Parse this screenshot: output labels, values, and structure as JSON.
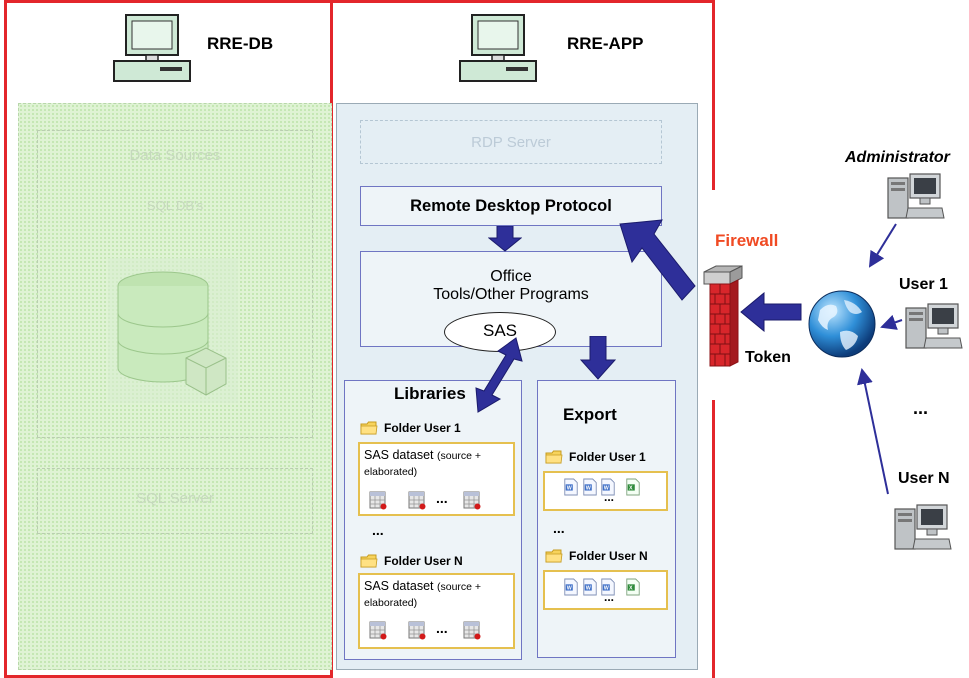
{
  "rre_db": {
    "title": "RRE-DB",
    "ghost_top": "Data Sources",
    "ghost_sub": "SQL DB's",
    "ghost_bottom": "SQL Server"
  },
  "rre_app": {
    "title": "RRE-APP",
    "ghost_top": "RDP Server",
    "rdp_label": "Remote Desktop Protocol",
    "office_line1": "Office",
    "office_line2": "Tools/Other Programs",
    "sas_label": "SAS",
    "libraries_label": "Libraries",
    "export_label": "Export",
    "lib_folder_1": "Folder User 1",
    "lib_folder_n": "Folder User N",
    "dataset_main": "SAS dataset",
    "dataset_note_1": "(source +",
    "dataset_note_2": "elaborated)",
    "export_folder_1": "Folder User 1",
    "export_folder_n": "Folder User N",
    "ellipsis": "..."
  },
  "network": {
    "firewall_label": "Firewall",
    "token_label": "Token",
    "admin_label": "Administrator",
    "user1_label": "User 1",
    "usern_label": "User N",
    "ellipsis": "..."
  },
  "colors": {
    "frame_red": "#e3262b",
    "firewall_text": "#f04a23",
    "arrow_blue": "#2e2f99",
    "folder_border": "#e5c04f"
  },
  "icons": [
    "computer-icon",
    "database-icon",
    "folder-icon",
    "sas-file-icon",
    "word-doc-icon",
    "excel-doc-icon",
    "globe-icon",
    "firewall-icon",
    "pc-icon"
  ]
}
